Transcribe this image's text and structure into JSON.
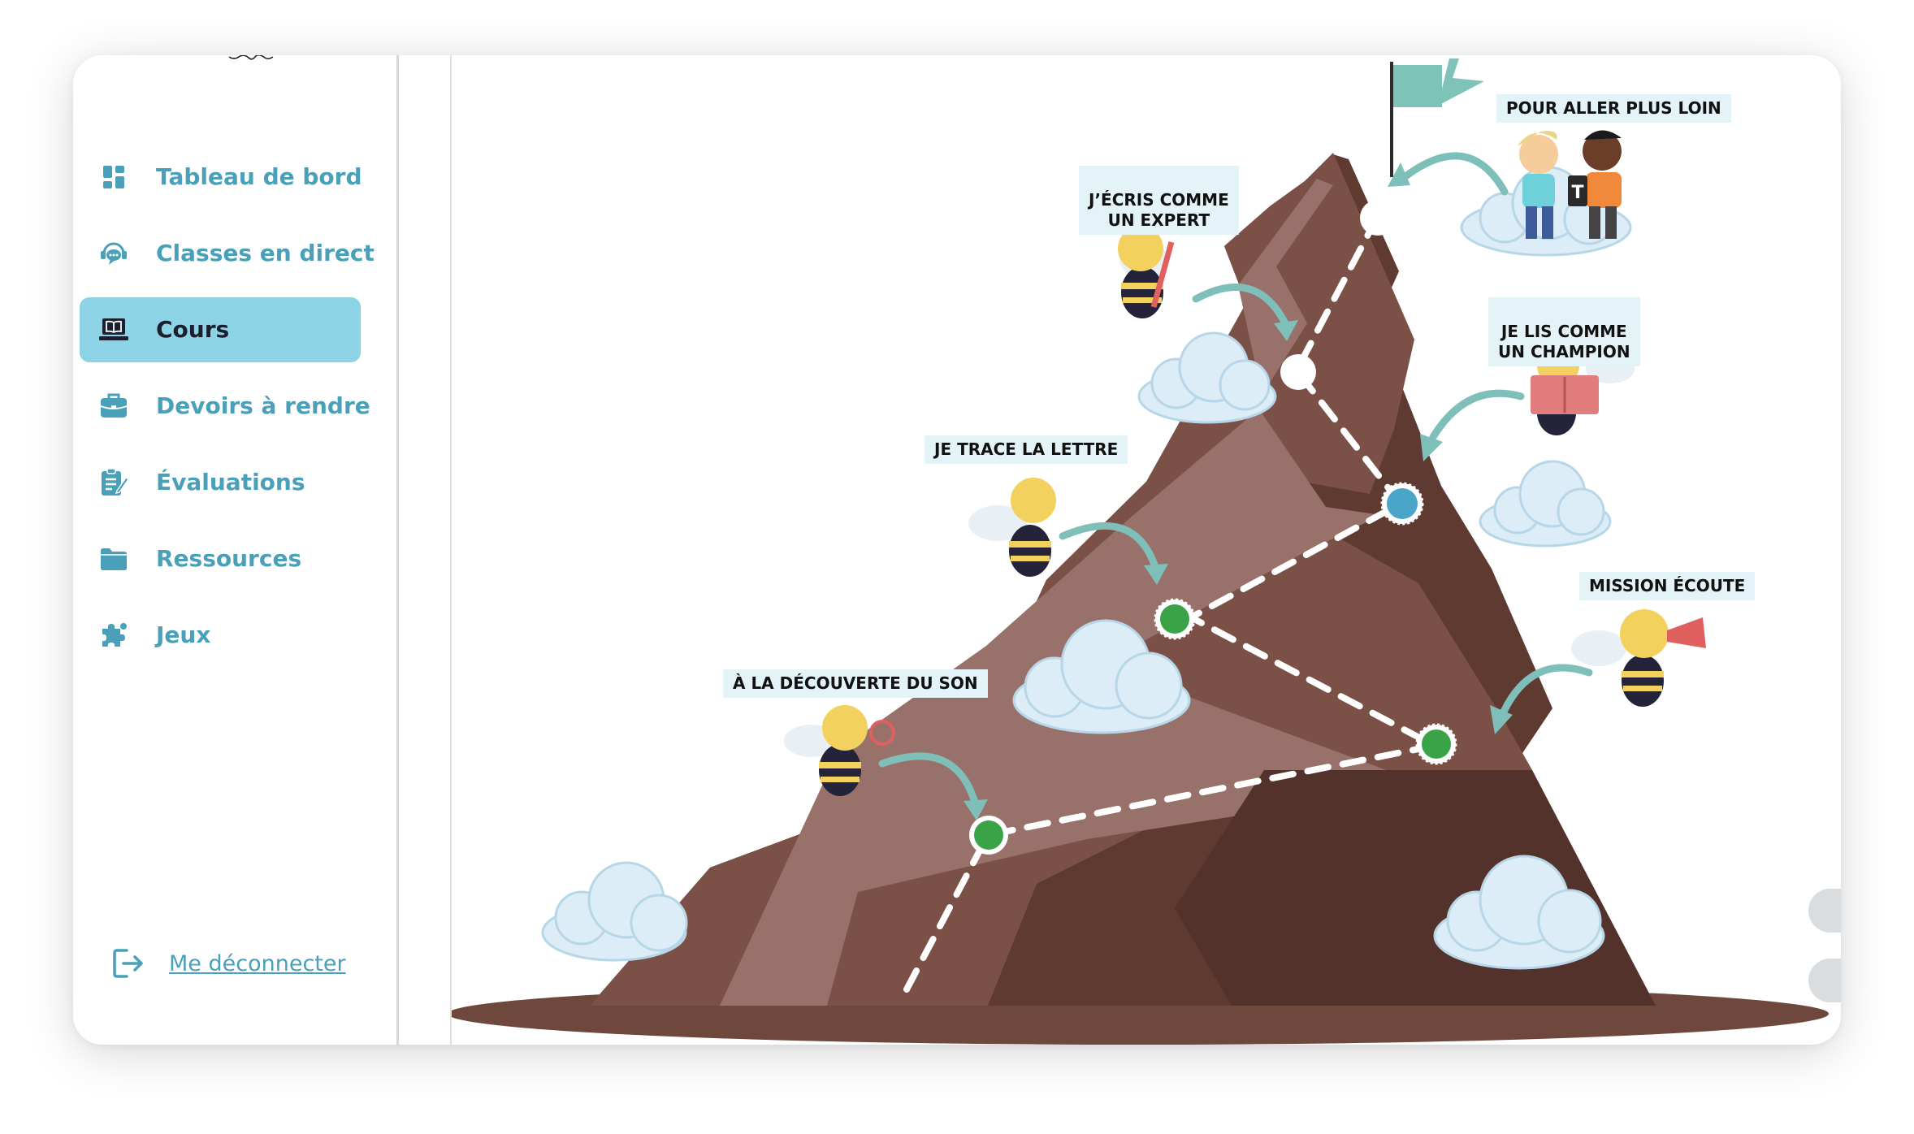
{
  "sidebar": {
    "items": [
      {
        "label": "Tableau de bord",
        "icon": "dashboard-icon"
      },
      {
        "label": "Classes en direct",
        "icon": "chat-headset-icon"
      },
      {
        "label": "Cours",
        "icon": "laptop-book-icon",
        "active": true
      },
      {
        "label": "Devoirs à rendre",
        "icon": "briefcase-icon"
      },
      {
        "label": "Évaluations",
        "icon": "clipboard-edit-icon"
      },
      {
        "label": "Ressources",
        "icon": "folder-icon"
      },
      {
        "label": "Jeux",
        "icon": "puzzle-icon"
      }
    ],
    "logout_label": "Me déconnecter"
  },
  "map": {
    "steps": [
      {
        "label": "À LA DÉCOUVERTE DU SON",
        "status": "completed"
      },
      {
        "label": "JE TRACE LA LETTRE",
        "status": "completed"
      },
      {
        "label": "MISSION ÉCOUTE",
        "status": "completed"
      },
      {
        "label": "JE LIS COMME\nUN CHAMPION",
        "status": "current"
      },
      {
        "label": "J’ÉCRIS COMME\nUN EXPERT",
        "status": "locked"
      },
      {
        "label": "POUR ALLER PLUS LOIN",
        "status": "locked"
      }
    ]
  },
  "colors": {
    "accent": "#4aa0b8",
    "active_bg": "#8dd3e6",
    "completed": "#3aa348",
    "current": "#4aa6c8",
    "mountain_dark": "#5e3a31",
    "mountain_mid": "#7b5046",
    "path": "#9a7268",
    "cloud": "#dcedf7",
    "arrow": "#7fbfb9",
    "flag": "#7fc3b8"
  }
}
